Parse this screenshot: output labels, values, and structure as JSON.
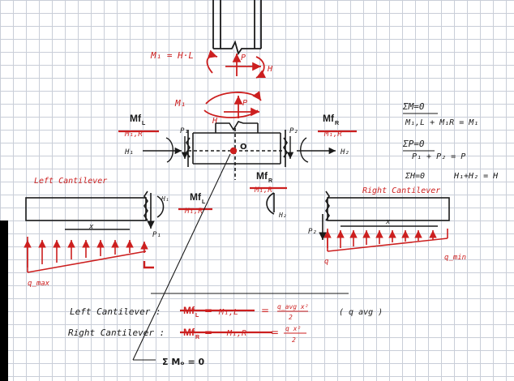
{
  "colors": {
    "red": "#cc1f1f",
    "ink": "#1a1a1a",
    "grid": "#c9ced8"
  },
  "top_labels": {
    "m_eq": "M₁ = H·L",
    "p": "P",
    "h": "H"
  },
  "mid_labels": {
    "m1": "M₁",
    "p": "P",
    "h": "H",
    "o": "O"
  },
  "joint": {
    "p1": "P₁",
    "p2": "P₂",
    "h1": "H₁",
    "h2": "H₂"
  },
  "mf": {
    "base": "Mf",
    "sub_l": "L",
    "sub_r": "R",
    "strike_text": "M₁,R"
  },
  "left_cantilever": {
    "title": "Left Cantilever",
    "x": "x",
    "p1": "P₁",
    "h1": "H₁",
    "q_max": "q_max"
  },
  "right_cantilever": {
    "title": "Right Cantilever",
    "x": "x",
    "p2": "P₂",
    "h2": "H₂",
    "q": "q",
    "q_min": "q_min"
  },
  "equations": {
    "sum_m": "ΣM=0",
    "m_line": "M₁,L + M₁R = M₁",
    "sum_p": "ΣP=0",
    "p_line": "P₁ + P₂ = P",
    "sum_h": "ΣH=0",
    "h_line": "H₁+H₂ = H"
  },
  "bottom": {
    "left_label": "Left Cantilever :",
    "right_label": "Right Cantilever :",
    "m_left": "M₁,L",
    "m_right": "M₁,R",
    "eq": "=",
    "frac_left_num": "q_avg x²",
    "frac_right_num": "q x²",
    "frac_den": "2",
    "q_avg": "( q avg )",
    "sum_mo": "Σ Mₒ = 0"
  }
}
